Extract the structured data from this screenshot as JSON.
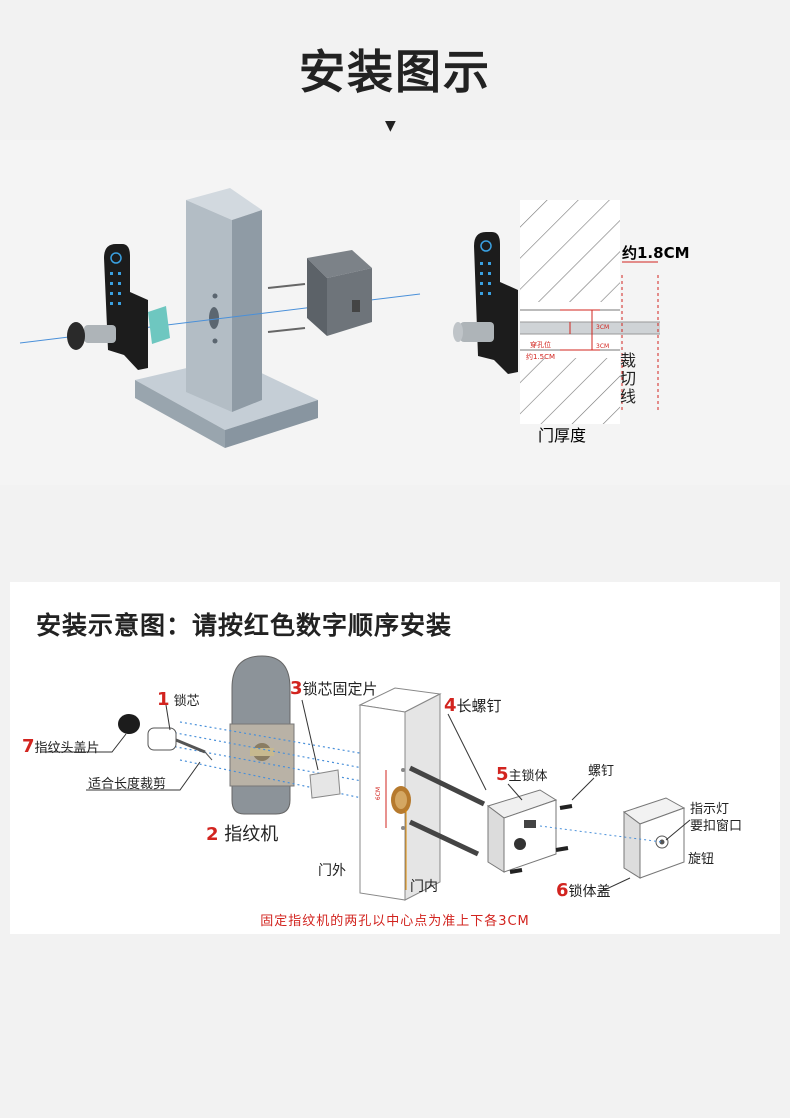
{
  "page": {
    "title": "安装图示",
    "arrow": "▼"
  },
  "diagram1": {
    "label_1_8cm": "约1.8CM",
    "label_cut": "裁切线",
    "label_3cm_top": "3CM",
    "label_3cm_bottom": "3CM",
    "label_hole": "穿孔位",
    "label_hole_size": "约1.5CM",
    "label_door_thickness": "门厚度"
  },
  "diagram2": {
    "title": "安装示意图：请按红色数字顺序安装",
    "items": [
      {
        "num": "1",
        "label": "锁芯"
      },
      {
        "num": "2",
        "label": "指纹机"
      },
      {
        "num": "3",
        "label": "锁芯固定片"
      },
      {
        "num": "4",
        "label": "长螺钉"
      },
      {
        "num": "5",
        "label": "主锁体"
      },
      {
        "num": "6",
        "label": "锁体盖"
      },
      {
        "num": "7",
        "label": "指纹头盖片"
      }
    ],
    "label_trim": "适合长度裁剪",
    "label_screw": "螺钉",
    "label_indicator_1": "指示灯",
    "label_indicator_2": "要扣窗口",
    "label_knob": "旋钮",
    "label_outside": "门外",
    "label_inside": "门内",
    "label_6cm": "6CM",
    "note": "固定指纹机的两孔以中心点为准上下各3CM"
  },
  "colors": {
    "accent_red": "#d2241f",
    "door_gray": "#a9b4bd",
    "lock_dark": "#1c1c1c",
    "guide_blue": "#4a90d9"
  }
}
